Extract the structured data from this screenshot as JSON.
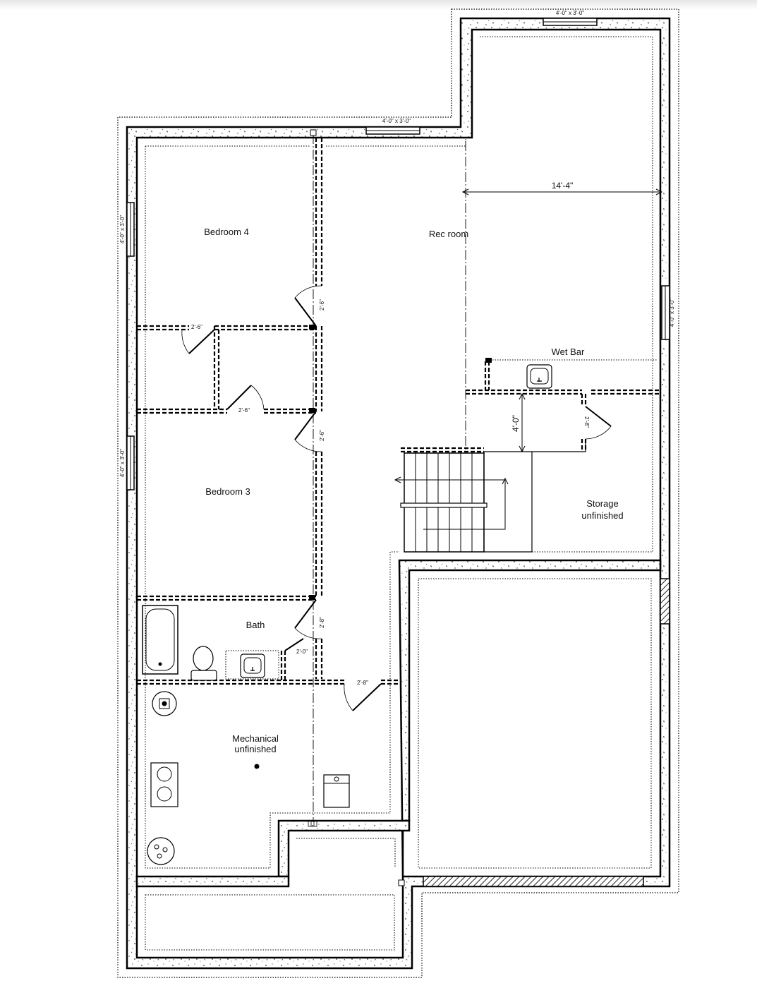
{
  "rooms": {
    "bedroom4": "Bedroom 4",
    "bedroom3": "Bedroom 3",
    "rec_room": "Rec room",
    "wet_bar": "Wet Bar",
    "storage_line1": "Storage",
    "storage_line2": "unfinished",
    "bath": "Bath",
    "mechanical_line1": "Mechanical",
    "mechanical_line2": "unfinished"
  },
  "dimensions": {
    "rec_room_width": "14'-4\"",
    "stair_landing": "4'-0\"",
    "door_2_6": "2'-6\"",
    "door_2_8": "2'-8\"",
    "door_2_0": "2'-0\""
  },
  "windows": {
    "window_4x3": "4'-0\" x 3'-0\""
  },
  "fixtures": {
    "sink_icon": "sink-icon",
    "toilet_icon": "toilet-icon",
    "bathtub_icon": "bathtub-icon",
    "water_heater_icon": "water-heater-icon",
    "furnace_icon": "furnace-icon",
    "sump_pump_icon": "sump-pump-icon",
    "washer_icon": "laundry-icon",
    "floor_drain_icon": "floor-drain-icon"
  }
}
